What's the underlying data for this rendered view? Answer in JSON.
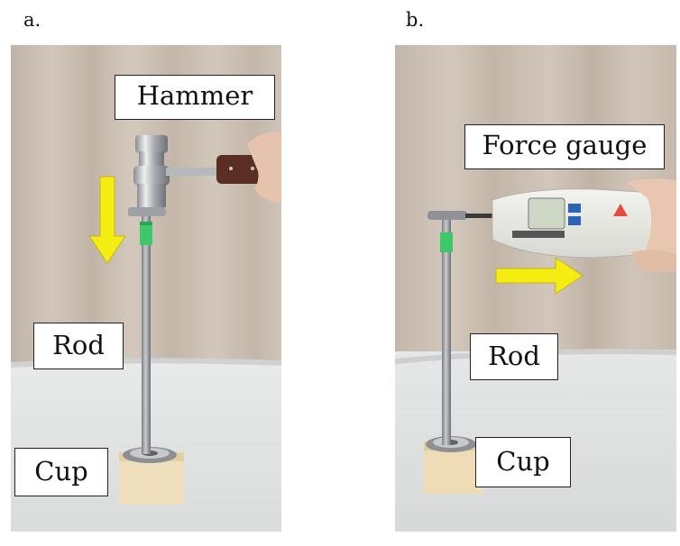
{
  "panels": [
    {
      "letter": "a.",
      "labels": {
        "hammer": "Hammer",
        "rod": "Rod",
        "cup": "Cup"
      },
      "arrow_direction": "down"
    },
    {
      "letter": "b.",
      "labels": {
        "force_gauge": "Force gauge",
        "rod": "Rod",
        "cup": "Cup"
      },
      "arrow_direction": "right"
    }
  ],
  "colors": {
    "arrow": "#f5ec12",
    "wall": "#c9bdb0",
    "table": "#e3e5e4",
    "cup_block": "#eedcb7",
    "rod_tape": "#3fc86a"
  }
}
